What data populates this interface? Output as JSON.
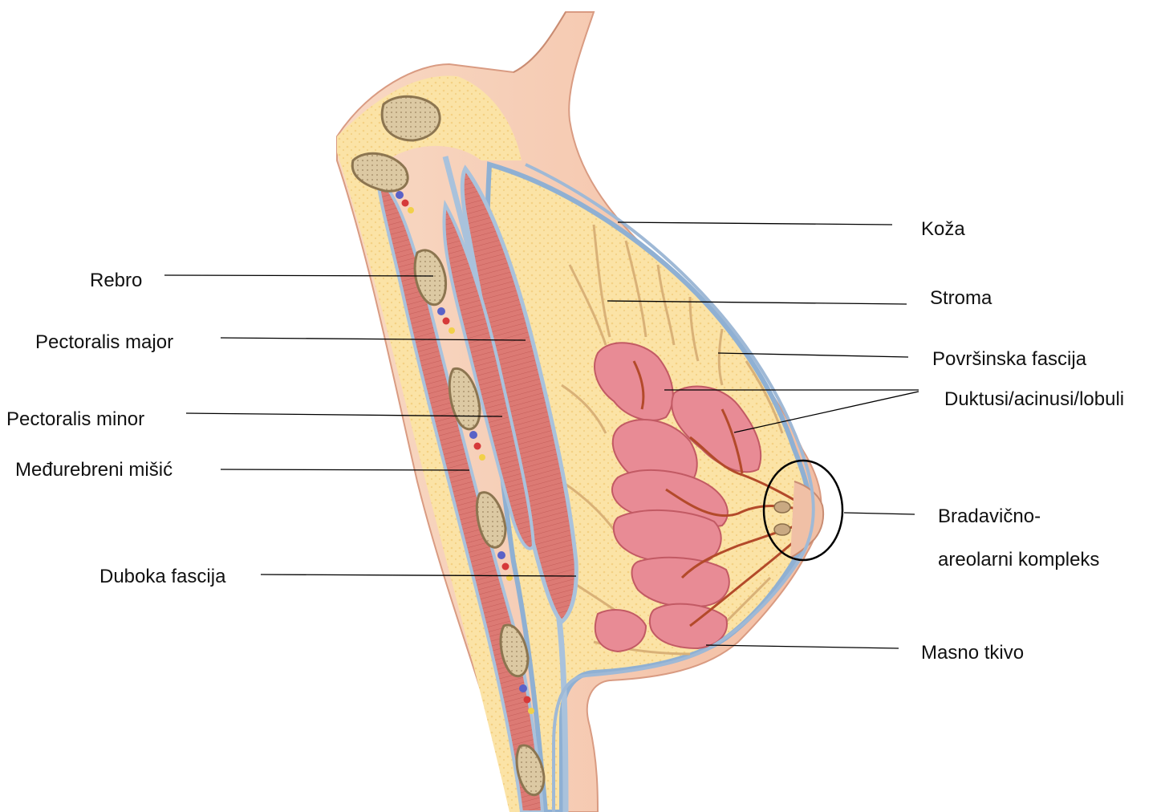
{
  "labels_left": {
    "rib": "Rebro",
    "pectoralis_major": "Pectoralis major",
    "pectoralis_minor": "Pectoralis minor",
    "intercostal_muscle": "Međurebreni mišić",
    "deep_fascia": "Duboka fascija"
  },
  "labels_right": {
    "skin": "Koža",
    "stroma": "Stroma",
    "superficial_fascia": "Površinska fascija",
    "ducts_acini_lobules": "Duktusi/acinusi/lobuli",
    "nipple_areola_line1": "Bradavično-",
    "nipple_areola_line2": "areolarni kompleks",
    "fat_tissue": "Masno tkivo"
  },
  "colors": {
    "skin": "#f6cdb5",
    "skin_edge": "#d98a73",
    "fat": "#fbe3a6",
    "fascia": "#a9c2dc",
    "muscle": "#d8736e",
    "bone": "#d7c29c",
    "lobule": "#e88b95",
    "duct": "#b34a2a",
    "leader_line": "#000000"
  }
}
